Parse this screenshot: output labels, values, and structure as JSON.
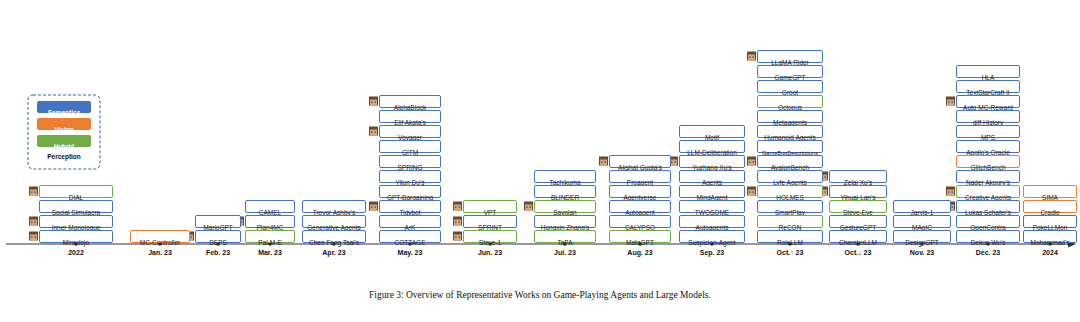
{
  "diagram": {
    "caption": "Figure 3: Overview of Representative Works on Game-Playing Agents and Large Models.",
    "nodes": [
      {
        "text": [
          "DIAL"
        ]
      },
      {
        "text": [
          "Social Simulacra"
        ]
      },
      {
        "text": [
          "Inner Monologue"
        ]
      },
      {
        "text": [
          "Minedojo"
        ]
      },
      {
        "text": [
          "MC-Controller"
        ]
      },
      {
        "text": [
          "MarioGPT"
        ]
      },
      {
        "text": [
          "DEPS"
        ]
      },
      {
        "text": [
          "CAMEL"
        ]
      },
      {
        "text": [
          "Plan4MC"
        ]
      },
      {
        "text": [
          "PaLM-E"
        ]
      },
      {
        "text": [
          "Trevor Ashby's"
        ]
      },
      {
        "text": [
          "Generative Agents"
        ]
      },
      {
        "text": [
          "Chen Feng Tsai's"
        ]
      },
      {
        "text": [
          "AlphaBlock"
        ]
      },
      {
        "text": [
          "Elif Akata's"
        ]
      },
      {
        "text": [
          "Voyager"
        ]
      },
      {
        "text": [
          "GITM"
        ]
      },
      {
        "text": [
          "SPRING"
        ]
      },
      {
        "text": [
          "Yilun Du's"
        ]
      },
      {
        "text": [
          "GPT-Bargaining"
        ]
      },
      {
        "text": [
          "Tidybot"
        ]
      },
      {
        "text": [
          "ArK"
        ]
      },
      {
        "text": [
          "COTTAGE"
        ]
      },
      {
        "text": [
          "VPT"
        ]
      },
      {
        "text": [
          "SPRINT"
        ]
      },
      {
        "text": [
          "Steve-1"
        ]
      },
      {
        "text": [
          "Tachikuma"
        ]
      },
      {
        "text": [
          "BLINDER"
        ]
      },
      {
        "text": [
          "Sayplan"
        ]
      },
      {
        "text": [
          "Hongxin Zhang's"
        ]
      },
      {
        "text": [
          "TaPA"
        ]
      },
      {
        "text": [
          "Akshat Gupta's"
        ]
      },
      {
        "text": [
          "Proagent"
        ]
      },
      {
        "text": [
          "Agentverse"
        ]
      },
      {
        "text": [
          "Autoagent"
        ]
      },
      {
        "text": [
          "CALYPSO"
        ]
      },
      {
        "text": [
          "MataGPT"
        ]
      },
      {
        "text": [
          "Motif"
        ]
      },
      {
        "text": [
          "LLM-Deliberation"
        ]
      },
      {
        "text": [
          "Yuzhang Xu's"
        ]
      },
      {
        "text": [
          "Agents"
        ]
      },
      {
        "text": [
          "MindAgent"
        ]
      },
      {
        "text": [
          "TWOSOME"
        ]
      },
      {
        "text": [
          "Autoagents"
        ]
      },
      {
        "text": [
          "Suspicion-Agent"
        ]
      },
      {
        "text": [
          "LLaMA Rider"
        ]
      },
      {
        "text": [
          "GameGPT"
        ]
      },
      {
        "text": [
          "Groot"
        ]
      },
      {
        "text": [
          "Octopus"
        ]
      },
      {
        "text": [
          "Metaagents"
        ]
      },
      {
        "text": [
          "Humanoid Agents"
        ]
      },
      {
        "text": [
          "GameBugDescriptions"
        ]
      },
      {
        "text": [
          "AvalonBench"
        ]
      },
      {
        "text": [
          "Lyfe Agents"
        ]
      },
      {
        "text": [
          "HOLMES"
        ]
      },
      {
        "text": [
          "SmartPlay"
        ]
      },
      {
        "text": [
          "ReCON"
        ]
      },
      {
        "text": [
          "RoleLLM"
        ]
      },
      {
        "text": [
          "Zelai Xu's"
        ]
      },
      {
        "text": [
          "Yihuai Lan's"
        ]
      },
      {
        "text": [
          "Steve-Eye"
        ]
      },
      {
        "text": [
          "GestureGPT"
        ]
      },
      {
        "text": [
          "CharaterLLM"
        ]
      },
      {
        "text": [
          "Jarvis-1"
        ]
      },
      {
        "text": [
          "MAgIC"
        ]
      },
      {
        "text": [
          "DesignGPT"
        ]
      },
      {
        "text": [
          "HLA"
        ]
      },
      {
        "text": [
          "TextStarCraft II"
        ]
      },
      {
        "text": [
          "Auto MC-Reward"
        ]
      },
      {
        "text": [
          "diff History"
        ]
      },
      {
        "text": [
          "MPS"
        ]
      },
      {
        "text": [
          "Apollo's Oracle"
        ]
      },
      {
        "text": [
          "GlitchBench"
        ]
      },
      {
        "text": [
          "Nader Akoury's"
        ]
      },
      {
        "text": [
          "Creative Agents"
        ]
      },
      {
        "text": [
          "Lukas Schafer's"
        ]
      },
      {
        "text": [
          "OpenContra"
        ]
      },
      {
        "text": [
          "Dekun Wu's"
        ]
      },
      {
        "text": [
          "SIMA"
        ]
      },
      {
        "text": [
          "Cradle"
        ]
      },
      {
        "text": [
          "PokeLLMon"
        ]
      },
      {
        "text": [
          "Mohammad's"
        ]
      }
    ],
    "labels": [
      "2022",
      "Jan. 23",
      "Feb. 23",
      "Mar. 23",
      "Apr. 23",
      "May. 23",
      "Jun. 23",
      "Jul. 23",
      "Aug. 23",
      "Sep. 23",
      "Oct.↑ 23",
      "Oct.↓ 23",
      "Nov. 23",
      "Dec. 23",
      "2024",
      "Perception"
    ],
    "legend": [
      {
        "text": "Semantics",
        "color": "#4472c4"
      },
      {
        "text": "Vision",
        "color": "#ed7d31"
      },
      {
        "text": "Hybrid",
        "color": "#70ad47"
      }
    ]
  }
}
